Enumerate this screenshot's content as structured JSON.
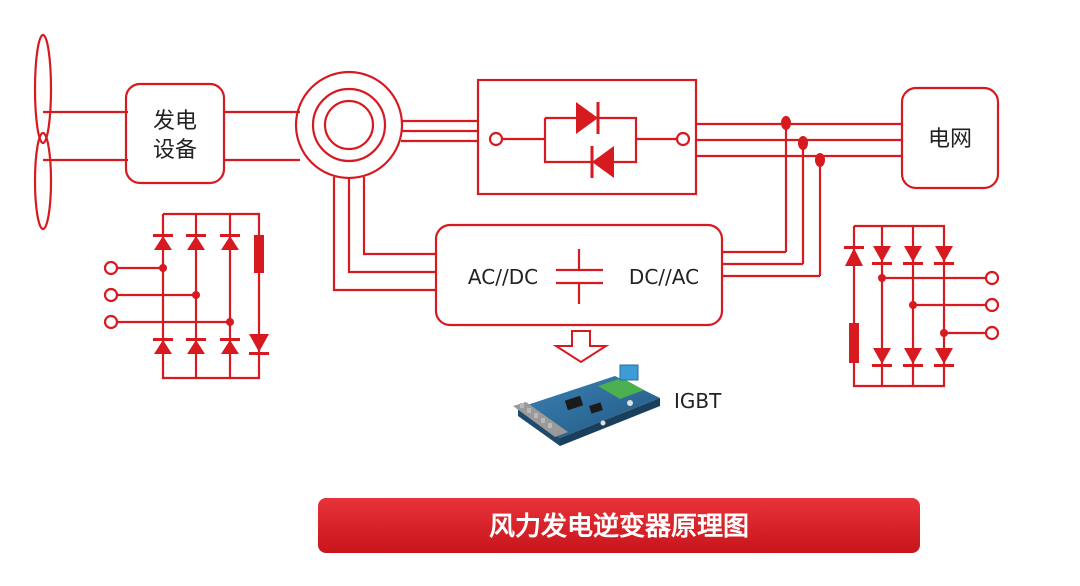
{
  "labels": {
    "generator_line1": "发电",
    "generator_line2": "设备",
    "grid": "电网",
    "ac_dc": "AC//DC",
    "dc_ac": "DC//AC",
    "igbt": "IGBT",
    "title": "风力发电逆变器原理图"
  },
  "colors": {
    "accent": "#d71920",
    "banner": "#d61f26",
    "text": "#222222",
    "board": "#2f6f9f"
  },
  "icons": [
    "wind-turbine-blades-icon",
    "generator-rotor-icon",
    "diode-icon",
    "capacitor-icon",
    "down-arrow-icon",
    "igbt-board-icon"
  ]
}
